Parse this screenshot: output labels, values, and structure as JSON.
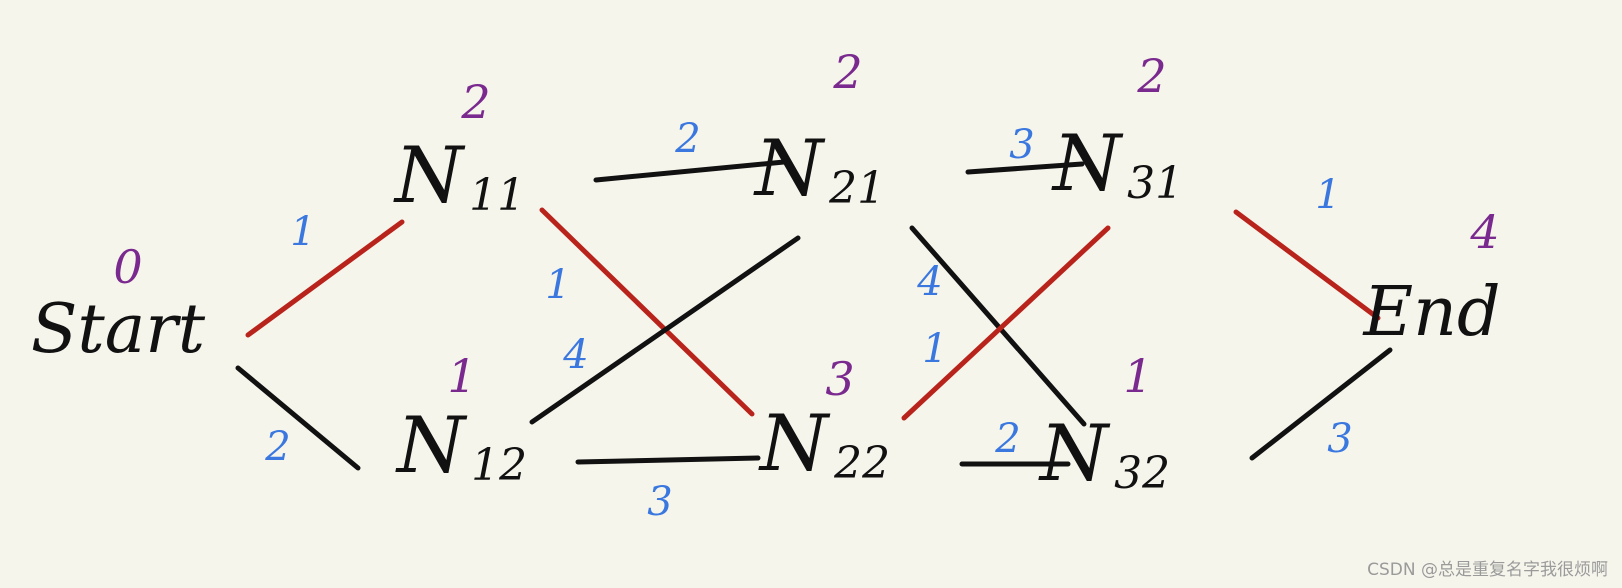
{
  "colors": {
    "background": "#f6f5ec",
    "ink": "#111111",
    "path_edge": "#b8241c",
    "edge_weight": "#3a78e0",
    "node_cost": "#7a2a8e"
  },
  "nodes": [
    {
      "id": "start",
      "label": "Start",
      "subscript": "",
      "cost": "0"
    },
    {
      "id": "n11",
      "label": "N",
      "subscript": "11",
      "cost": "2"
    },
    {
      "id": "n12",
      "label": "N",
      "subscript": "12",
      "cost": "1"
    },
    {
      "id": "n21",
      "label": "N",
      "subscript": "21",
      "cost": "2"
    },
    {
      "id": "n22",
      "label": "N",
      "subscript": "22",
      "cost": "3"
    },
    {
      "id": "n31",
      "label": "N",
      "subscript": "31",
      "cost": "2"
    },
    {
      "id": "n32",
      "label": "N",
      "subscript": "32",
      "cost": "1"
    },
    {
      "id": "end",
      "label": "End",
      "subscript": "",
      "cost": "4"
    }
  ],
  "edges": [
    {
      "from": "start",
      "to": "n11",
      "weight": "1",
      "highlighted": true
    },
    {
      "from": "start",
      "to": "n12",
      "weight": "2",
      "highlighted": false
    },
    {
      "from": "n11",
      "to": "n21",
      "weight": "2",
      "highlighted": false
    },
    {
      "from": "n11",
      "to": "n22",
      "weight": "1",
      "highlighted": true
    },
    {
      "from": "n12",
      "to": "n21",
      "weight": "4",
      "highlighted": false
    },
    {
      "from": "n12",
      "to": "n22",
      "weight": "3",
      "highlighted": false
    },
    {
      "from": "n21",
      "to": "n31",
      "weight": "3",
      "highlighted": false
    },
    {
      "from": "n21",
      "to": "n32",
      "weight": "4",
      "highlighted": false
    },
    {
      "from": "n22",
      "to": "n31",
      "weight": "1",
      "highlighted": true
    },
    {
      "from": "n22",
      "to": "n32",
      "weight": "2",
      "highlighted": false
    },
    {
      "from": "n31",
      "to": "end",
      "weight": "1",
      "highlighted": true
    },
    {
      "from": "n32",
      "to": "end",
      "weight": "3",
      "highlighted": false
    }
  ],
  "watermark": "CSDN @总是重复名字我很烦啊"
}
